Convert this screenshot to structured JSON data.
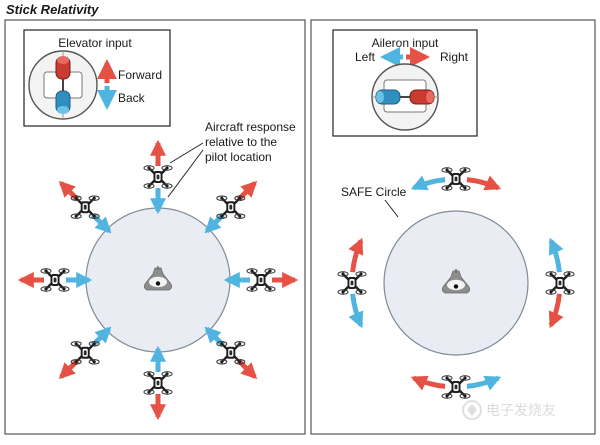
{
  "title": "Stick Relativity",
  "left_panel": {
    "inset_title": "Elevator input",
    "forward_label": "Forward",
    "back_label": "Back",
    "callout": [
      "Aircraft response",
      "relative to the",
      "pilot location"
    ]
  },
  "right_panel": {
    "inset_title": "Aileron input",
    "left_label": "Left",
    "right_label": "Right",
    "circle_label": "SAFE Circle"
  },
  "watermark": "电子发烧友",
  "colors": {
    "red": "#e65146",
    "blue": "#4fb4e0",
    "circle": "#e9edf3",
    "frame": "#555555"
  },
  "icons": [
    "quadcopter-icon",
    "pilot-icon",
    "stick-icon",
    "watermark-logo"
  ]
}
